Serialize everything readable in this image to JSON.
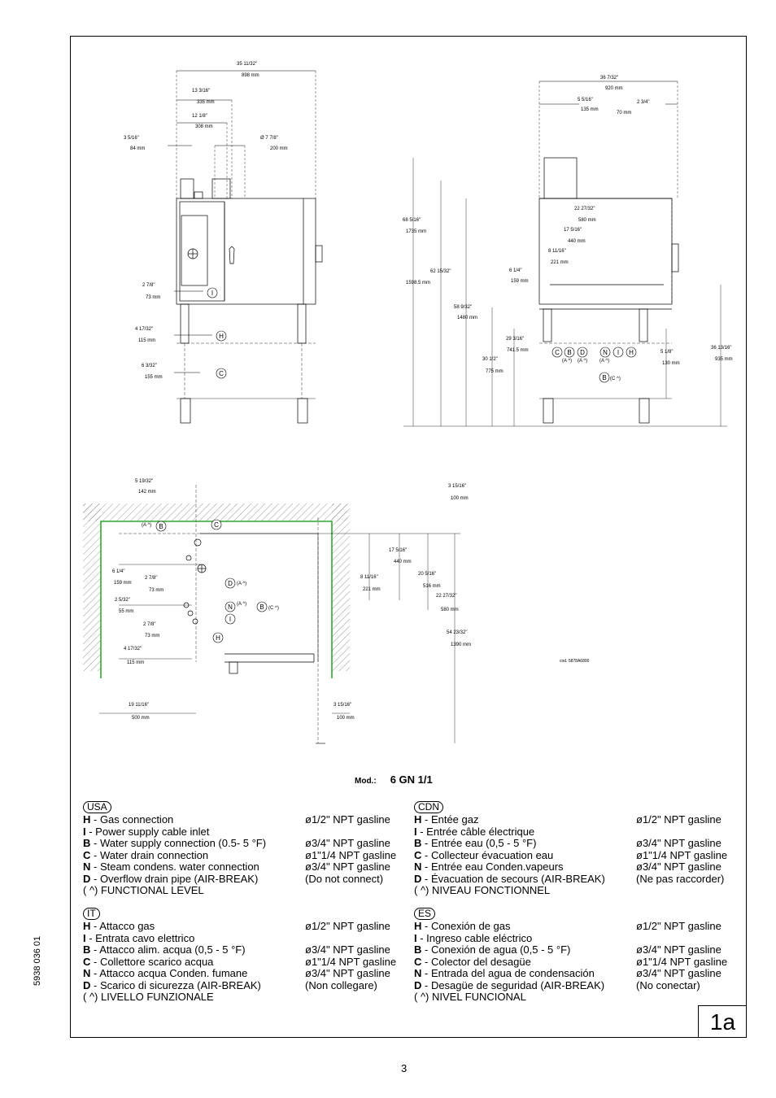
{
  "model": {
    "label": "Mod.:",
    "value": "6 GN 1/1"
  },
  "drawing_code": "cod. 5878A6800",
  "doc_number": "5938 036 01",
  "figure_label": "1a",
  "page_number": "3",
  "dims": {
    "front_total": {
      "in": "35 11/32\"",
      "mm": "898 mm"
    },
    "front_a": {
      "in": "13 3/16\"",
      "mm": "335 mm"
    },
    "front_b": {
      "in": "12 1/8\"",
      "mm": "308 mm"
    },
    "front_c": {
      "in": "3 5/16\"",
      "mm": "84 mm"
    },
    "front_d": {
      "in": "Ø 7 7/8\"",
      "mm": "200 mm"
    },
    "front_i": {
      "in": "2 7/8\"",
      "mm": "73 mm"
    },
    "front_h": {
      "in": "4 17/32\"",
      "mm": "115 mm"
    },
    "front_c2": {
      "in": "6 3/32\"",
      "mm": "155 mm"
    },
    "side_total": {
      "in": "36 7/32\"",
      "mm": "920 mm"
    },
    "side_a": {
      "in": "5 5/16\"",
      "mm": "135 mm"
    },
    "side_b": {
      "in": "2 3/4\"",
      "mm": "70 mm"
    },
    "side_c": {
      "in": "22 27/32\"",
      "mm": "580 mm"
    },
    "side_d": {
      "in": "17 5/16\"",
      "mm": "440 mm"
    },
    "side_e": {
      "in": "8 11/16\"",
      "mm": "221 mm"
    },
    "side_f": {
      "in": "6 1/4\"",
      "mm": "159 mm"
    },
    "h1": {
      "in": "68 5/16\"",
      "mm": "1735 mm"
    },
    "h2": {
      "in": "62 15/32\"",
      "mm": "1598.5 mm"
    },
    "h3": {
      "in": "58 9/32\"",
      "mm": "1480 mm"
    },
    "h4": {
      "in": "29 3/16\"",
      "mm": "741.5 mm"
    },
    "h5": {
      "in": "30 1/2\"",
      "mm": "775 mm"
    },
    "h6": {
      "in": "5 1/8\"",
      "mm": "130 mm"
    },
    "h7": {
      "in": "36 13/16\"",
      "mm": "935 mm"
    },
    "top_a": {
      "in": "5 19/32\"",
      "mm": "142 mm"
    },
    "top_b": {
      "in": "3 15/16\"",
      "mm": "100 mm"
    },
    "top_c": {
      "in": "6 1/4\"",
      "mm": "159 mm"
    },
    "top_d": {
      "in": "2 7/8\"",
      "mm": "73 mm"
    },
    "top_e": {
      "in": "2 5/32\"",
      "mm": "55 mm"
    },
    "top_f": {
      "in": "2 7/8\"",
      "mm": "73 mm"
    },
    "top_g": {
      "in": "4 17/32\"",
      "mm": "115 mm"
    },
    "top_h": {
      "in": "17 5/16\"",
      "mm": "440 mm"
    },
    "top_i": {
      "in": "8 11/16\"",
      "mm": "221 mm"
    },
    "top_j": {
      "in": "20 5/16\"",
      "mm": "516 mm"
    },
    "top_k": {
      "in": "22 27/32\"",
      "mm": "580 mm"
    },
    "top_l": {
      "in": "54 23/32\"",
      "mm": "1390 mm"
    },
    "top_m": {
      "in": "19 11/16\"",
      "mm": "500 mm"
    },
    "top_n": {
      "in": "3 15/16\"",
      "mm": "100 mm"
    }
  },
  "legends": {
    "usa": {
      "badge": "USA",
      "rows": [
        {
          "key": "H",
          "text": "  - Gas connection",
          "spec": "ø1/2\"  NPT gasline"
        },
        {
          "key": "I",
          "text": " - Power supply cable inlet",
          "spec": ""
        },
        {
          "key": "B",
          "text": " - Water supply connection (0.5- 5 °F)",
          "spec": "ø3/4\"  NPT gasline"
        },
        {
          "key": "C",
          "text": " - Water drain connection",
          "spec": "ø1\"1/4 NPT gasline"
        },
        {
          "key": "N",
          "text": " - Steam condens. water connection",
          "spec": "ø3/4\"  NPT gasline"
        },
        {
          "key": "D",
          "text": " - Overflow drain pipe (AIR-BREAK)",
          "spec": "(Do not connect)"
        },
        {
          "key": "",
          "text": "( ^)   FUNCTIONAL LEVEL",
          "spec": ""
        }
      ]
    },
    "cdn": {
      "badge": "CDN",
      "rows": [
        {
          "key": "H",
          "text": "  - Entée gaz",
          "spec": "ø1/2\"  NPT gasline"
        },
        {
          "key": "I",
          "text": " - Entrée câble électrique",
          "spec": ""
        },
        {
          "key": "B",
          "text": " - Entrée eau (0,5 - 5 °F)",
          "spec": "ø3/4\"  NPT gasline"
        },
        {
          "key": "C",
          "text": " - Collecteur évacuation eau",
          "spec": "ø1\"1/4 NPT gasline"
        },
        {
          "key": "N",
          "text": " - Entrée eau Conden.vapeurs",
          "spec": "ø3/4\"  NPT gasline"
        },
        {
          "key": "D",
          "text": " - Évacuation de secours (AIR-BREAK)",
          "spec": "(Ne pas raccorder)"
        },
        {
          "key": "",
          "text": "( ^)   NIVEAU FONCTIONNEL",
          "spec": ""
        }
      ]
    },
    "it": {
      "badge": "IT",
      "rows": [
        {
          "key": "H",
          "text": "  - Attacco gas",
          "spec": "ø1/2\"  NPT gasline"
        },
        {
          "key": "I",
          "text": " - Entrata cavo elettrico",
          "spec": ""
        },
        {
          "key": "B",
          "text": " - Attacco alim. acqua (0,5 - 5 °F)",
          "spec": "ø3/4\"  NPT gasline"
        },
        {
          "key": "C",
          "text": " - Collettore scarico acqua",
          "spec": "ø1\"1/4 NPT gasline"
        },
        {
          "key": "N",
          "text": " - Attacco acqua Conden.  fumane",
          "spec": "ø3/4\"  NPT gasline"
        },
        {
          "key": "D",
          "text": " - Scarico di sicurezza (AIR-BREAK)",
          "spec": "(Non  collegare)"
        },
        {
          "key": "",
          "text": "( ^)   LIVELLO FUNZIONALE",
          "spec": ""
        }
      ]
    },
    "es": {
      "badge": "ES",
      "rows": [
        {
          "key": "H",
          "text": "  - Conexión de gas",
          "spec": "ø1/2\"  NPT gasline"
        },
        {
          "key": "I",
          "text": " - Ingreso cable eléctrico",
          "spec": ""
        },
        {
          "key": "B",
          "text": " - Conexión de agua (0,5 - 5 °F)",
          "spec": "ø3/4\"  NPT gasline"
        },
        {
          "key": "C",
          "text": " - Colector del desagüe",
          "spec": "ø1\"1/4 NPT gasline"
        },
        {
          "key": "N",
          "text": " - Entrada del agua de condensación",
          "spec": "ø3/4\"  NPT gasline"
        },
        {
          "key": "D",
          "text": " - Desagüe de seguridad (AIR-BREAK)",
          "spec": "(No conectar)"
        },
        {
          "key": "",
          "text": "( ^)   NIVEL FUNCIONAL",
          "spec": ""
        }
      ]
    }
  },
  "connection_labels": {
    "h": "H",
    "i": "I",
    "c": "C",
    "b": "B",
    "d": "D",
    "n": "N",
    "func": "(A ^)",
    "funcC": "(C ^)"
  }
}
